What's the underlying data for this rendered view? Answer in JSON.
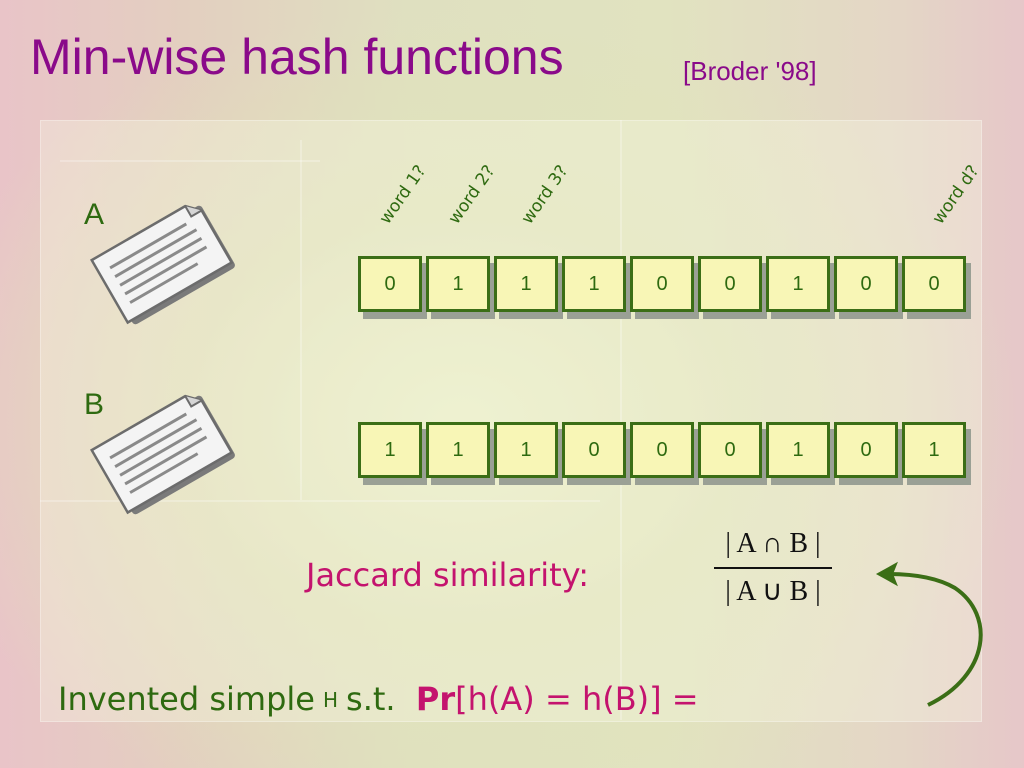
{
  "slide": {
    "title": "Min-wise hash functions",
    "citation": "[Broder '98]"
  },
  "sets": {
    "a_label": "A",
    "b_label": "B"
  },
  "words": {
    "w1": "word 1?",
    "w2": "word 2?",
    "w3": "word 3?",
    "wd": "word d?"
  },
  "vector_a": [
    "0",
    "1",
    "1",
    "1",
    "0",
    "0",
    "1",
    "0",
    "0"
  ],
  "vector_b": [
    "1",
    "1",
    "1",
    "0",
    "0",
    "0",
    "1",
    "0",
    "1"
  ],
  "jaccard": {
    "label": "Jaccard similarity:",
    "numerator": "| A ∩ B |",
    "denominator": "| A ∪ B |"
  },
  "statement": {
    "prefix": "Invented simple",
    "h_symbol": "H",
    "st": "s.t.",
    "pr": "Pr",
    "expr": "[h(A) = h(B)] ="
  },
  "colors": {
    "title": "#8a0a8a",
    "green": "#2e6a10",
    "magenta": "#c4136e",
    "cell_fill": "#f8f6b6"
  }
}
